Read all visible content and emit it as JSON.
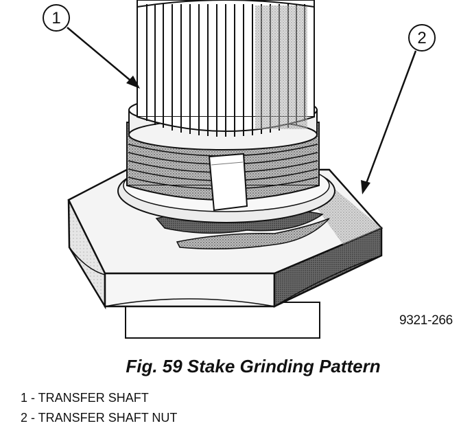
{
  "callouts": [
    {
      "number": "1"
    },
    {
      "number": "2"
    }
  ],
  "reference_code": "9321-266",
  "caption": "Fig. 59 Stake Grinding Pattern",
  "legend": [
    {
      "text": "1 - TRANSFER SHAFT"
    },
    {
      "text": "2 - TRANSFER SHAFT NUT"
    }
  ]
}
